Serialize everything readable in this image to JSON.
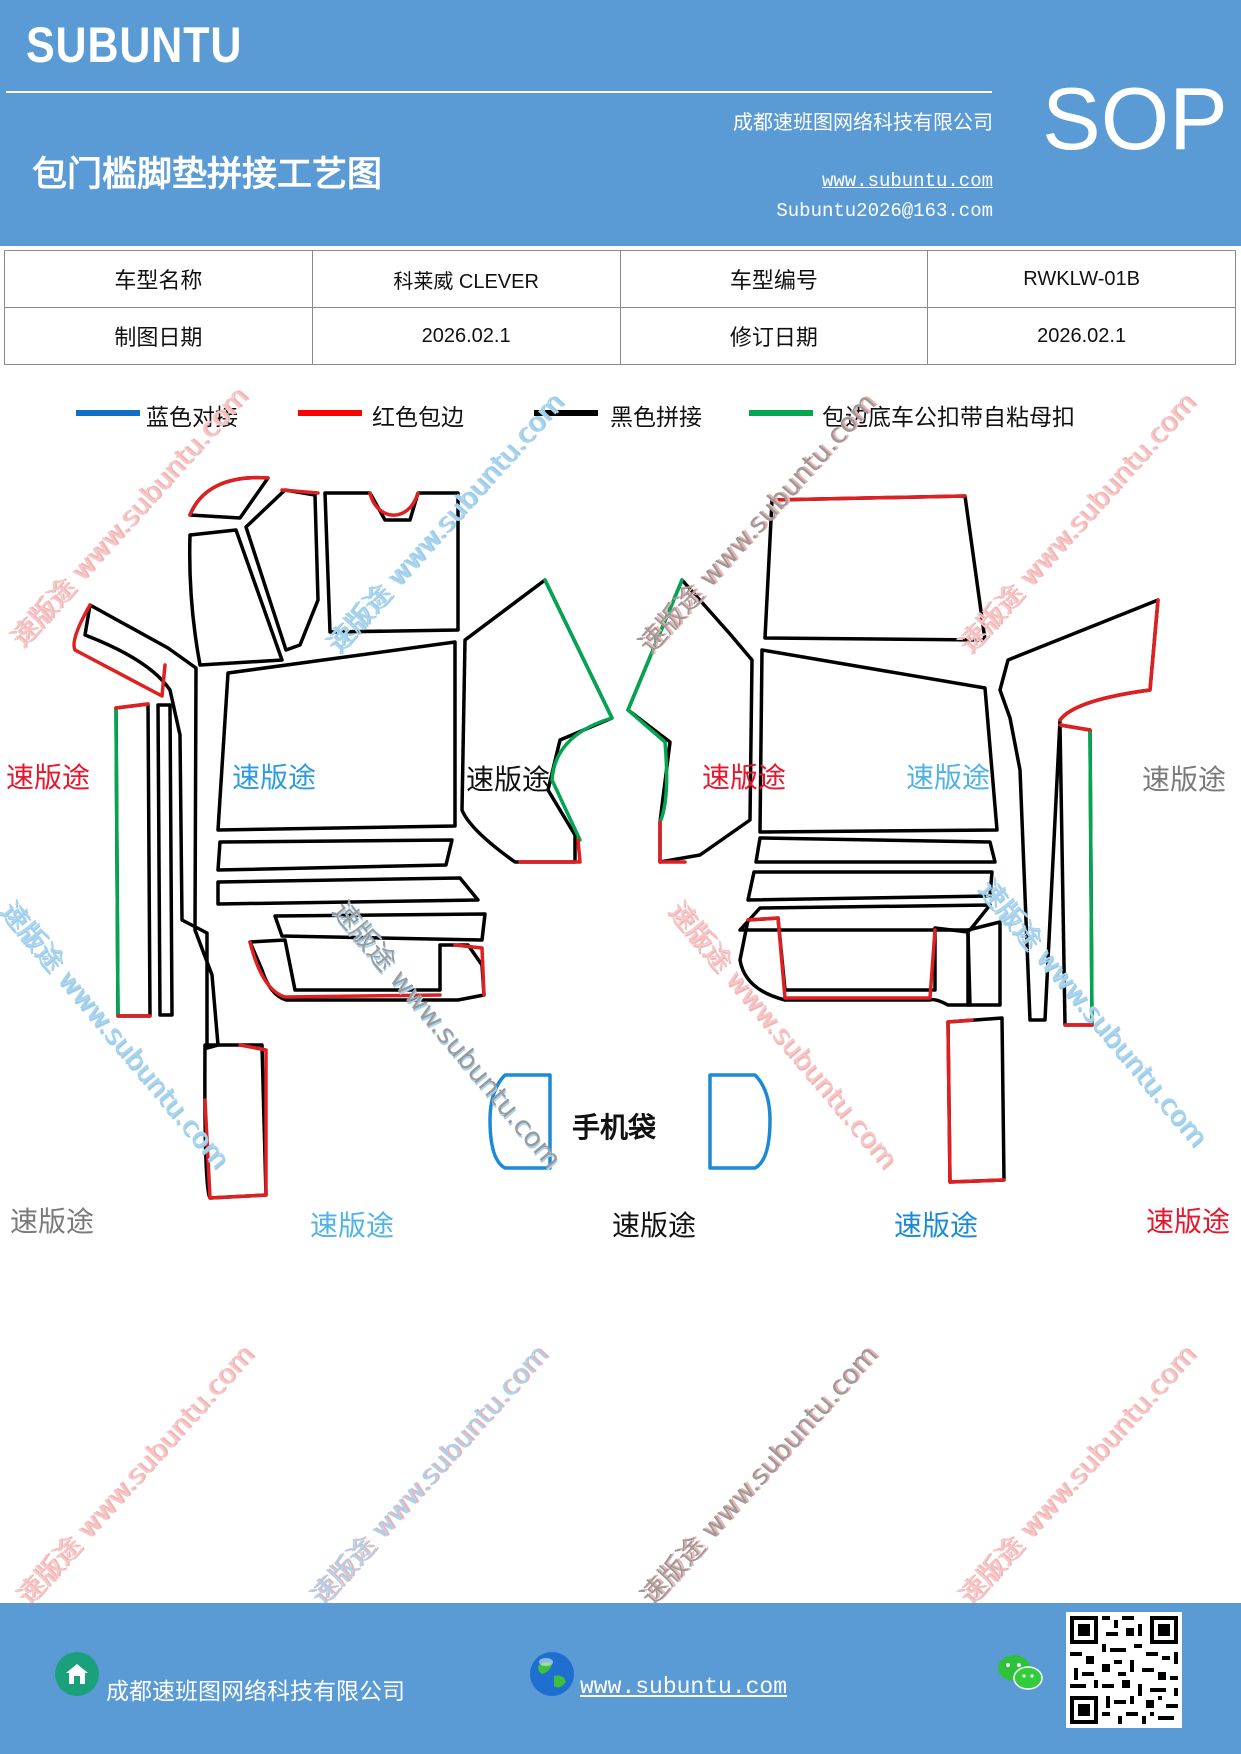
{
  "header": {
    "brand": "SUBUNTU",
    "company": "成都速班图网络科技有限公司",
    "title": "包门槛脚垫拼接工艺图",
    "website": "www.subuntu.com",
    "email": "Subuntu2026@163.com",
    "sop": "SOP"
  },
  "info": {
    "model_name_label": "车型名称",
    "model_name": "科莱威 CLEVER",
    "model_code_label": "车型编号",
    "model_code": "RWKLW-01B",
    "draw_date_label": "制图日期",
    "draw_date": "2026.02.1",
    "revise_date_label": "修订日期",
    "revise_date": "2026.02.1"
  },
  "legend": {
    "blue": {
      "label": "蓝色对接",
      "color": "#0f6fc6"
    },
    "red": {
      "label": "红色包边",
      "color": "#ff0000"
    },
    "black": {
      "label": "黑色拼接",
      "color": "#000000"
    },
    "green": {
      "label": "包边底车公扣带自粘母扣",
      "color": "#00a650"
    }
  },
  "diagram": {
    "phone_bag": "手机袋",
    "row_label": "速版途"
  },
  "watermark": {
    "text": "速版途 www.subuntu.com"
  },
  "footer": {
    "company": "成都速班图网络科技有限公司",
    "website": "www.subuntu.com"
  },
  "icons": [
    "home-icon",
    "globe-icon",
    "wechat-icon",
    "qr-code"
  ]
}
